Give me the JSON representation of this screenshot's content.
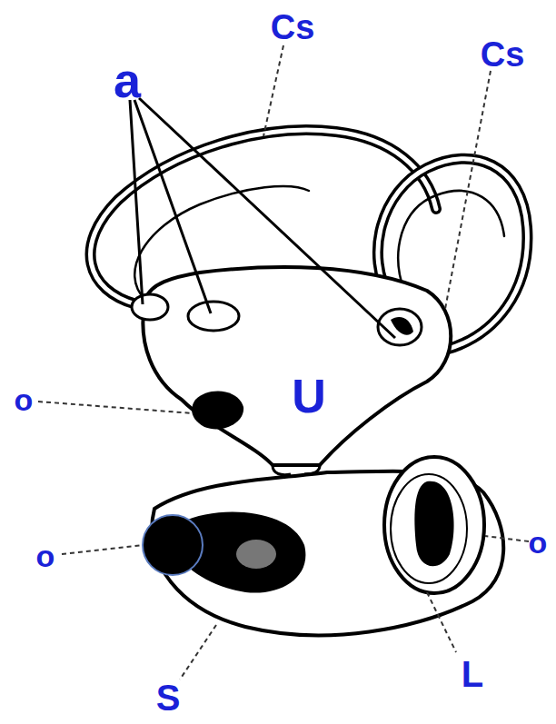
{
  "diagram": {
    "labels": [
      "a",
      "Cs",
      "Cs",
      "o",
      "U",
      "o",
      "o",
      "S",
      "L"
    ]
  }
}
